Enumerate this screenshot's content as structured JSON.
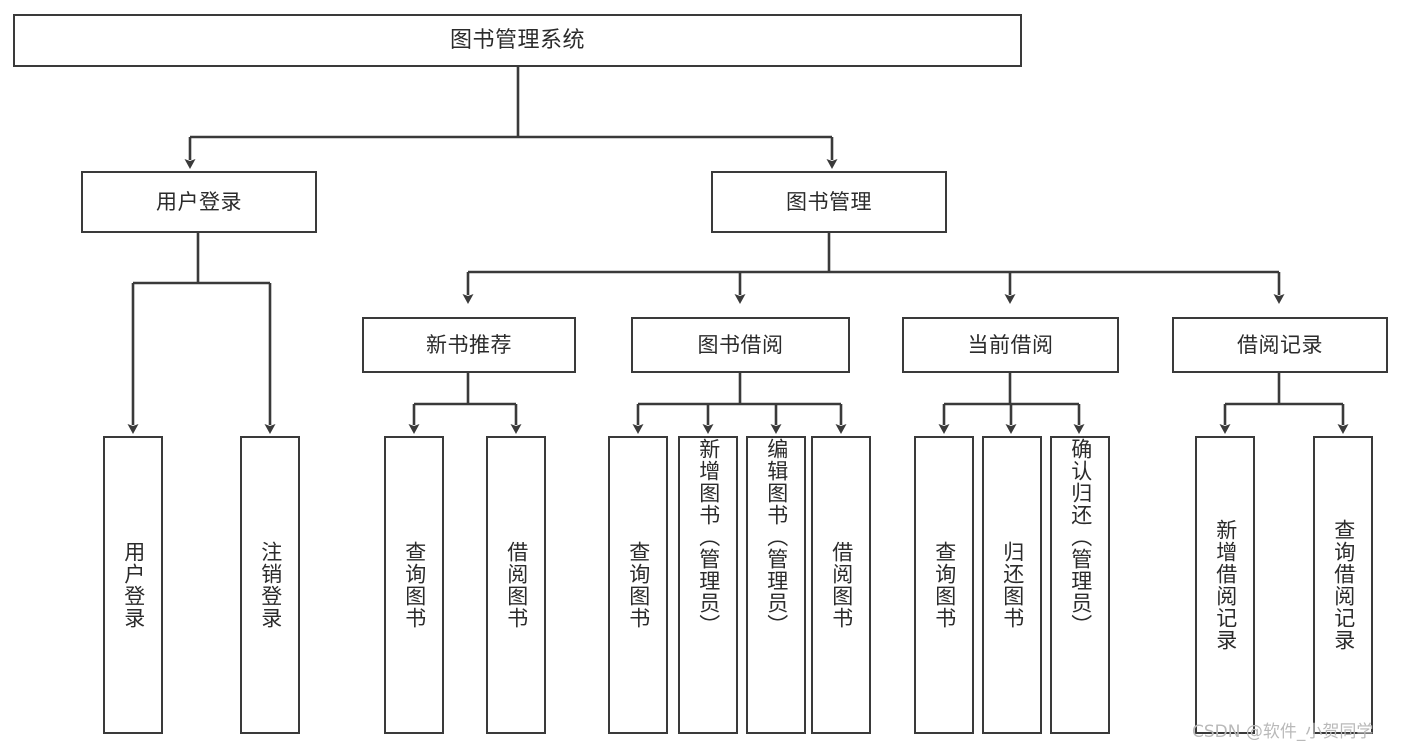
{
  "diagram": {
    "type": "tree",
    "title": "图书管理系统",
    "orientation": "top-down",
    "colors": {
      "stroke": "#3a3a3a",
      "fill": "#ffffff",
      "text": "#2b2b2b",
      "watermark": "#b9b9b9"
    },
    "root": {
      "label": "图书管理系统"
    },
    "level2": [
      {
        "label": "用户登录"
      },
      {
        "label": "图书管理"
      }
    ],
    "level3": [
      {
        "label": "新书推荐"
      },
      {
        "label": "图书借阅"
      },
      {
        "label": "当前借阅"
      },
      {
        "label": "借阅记录"
      }
    ],
    "leaves": {
      "user_login": [
        {
          "label": "用户登录"
        },
        {
          "label": "注销登录"
        }
      ],
      "new_book_recommend": [
        {
          "label": "查询图书"
        },
        {
          "label": "借阅图书"
        }
      ],
      "book_borrow": [
        {
          "label": "查询图书"
        },
        {
          "label": "新增图书（管理员）"
        },
        {
          "label": "编辑图书（管理员）"
        },
        {
          "label": "借阅图书"
        }
      ],
      "current_borrow": [
        {
          "label": "查询图书"
        },
        {
          "label": "归还图书"
        },
        {
          "label": "确认归还（管理员）"
        }
      ],
      "borrow_record": [
        {
          "label": "新增借阅记录"
        },
        {
          "label": "查询借阅记录"
        }
      ]
    }
  },
  "watermark": {
    "text": "CSDN @软件_小贺同学"
  }
}
